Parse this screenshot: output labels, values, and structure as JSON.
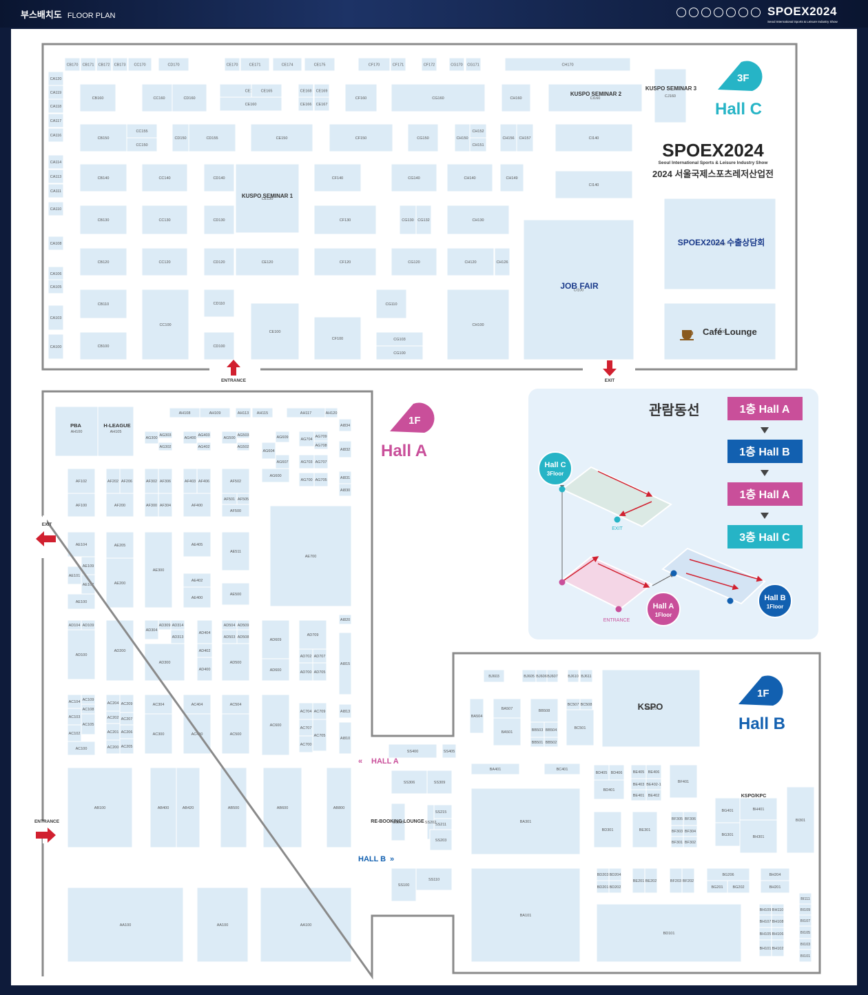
{
  "header": {
    "title": "부스배치도",
    "subtitle": "FLOOR PLAN",
    "logo": "SPOEX2024",
    "logo_tagline": "Seoul International Sports & Leisure Industry Show"
  },
  "hall_c": {
    "floor": "3F",
    "name": "Hall C",
    "event_logo": "SPOEX2024",
    "event_tagline": "Seoul International Sports & Leisure Industry Show",
    "event_korean": "2024 서울국제스포츠레저산업전",
    "entrance": "ENTRANCE",
    "exit": "EXIT",
    "areas": {
      "job_fair": "JOB FAIR",
      "export": "SPOEX2024 수출상담회",
      "cafe": "Café Lounge",
      "seminar1": "KUSPO SEMINAR 1",
      "seminar2": "KUSPO SEMINAR 2",
      "seminar3": "KUSPO SEMINAR 3"
    }
  },
  "hall_a": {
    "floor": "1F",
    "name": "Hall A",
    "exit": "EXIT",
    "entrance": "ENTRANCE",
    "pba": "PBA",
    "hleague": "H-LEAGUE",
    "link_a": "HALL A",
    "link_b": "HALL B",
    "rebooking": "RE-BOOKING LOUNGE"
  },
  "hall_b": {
    "floor": "1F",
    "name": "Hall B",
    "kspo": "KSPO",
    "kspo_kpc": "KSPO/KPC"
  },
  "route": {
    "title": "관람동선",
    "steps": [
      "1층 Hall A",
      "1층 Hall B",
      "1층 Hall A",
      "3층 Hall C"
    ],
    "step_colors": [
      "#c94f9a",
      "#1260b0",
      "#c94f9a",
      "#26b4c6"
    ],
    "diagram": {
      "hall_c": "Hall C",
      "hall_c_floor": "3Floor",
      "hall_a": "Hall A",
      "hall_a_floor": "1Floor",
      "hall_b": "Hall B",
      "hall_b_floor": "1Floor",
      "exit": "EXIT",
      "entrance": "ENTRANCE"
    }
  },
  "booths": [
    [
      "CB170",
      "CB171",
      "CB172",
      "CB173",
      "CC170",
      "CD170",
      "CE170",
      "CE171",
      "CE174",
      "CE175",
      "CF170",
      "CF171",
      "CF172",
      "CG170",
      "CG171",
      "CH170"
    ],
    [
      "CA120",
      "CA119",
      "CA118",
      "CA117",
      "CA116",
      "CA114",
      "CA113",
      "CA111",
      "CA110",
      "CA108",
      "CA106",
      "CA105",
      "CA103",
      "CA100"
    ],
    [
      "CB160",
      "CC160",
      "CD160",
      "CE164",
      "CE165",
      "CE160",
      "CE168",
      "CE169",
      "CE166",
      "CE167",
      "CF160",
      "CG160",
      "CH160",
      "CI160",
      "CJ160"
    ],
    [
      "CB150",
      "CC155",
      "CC150",
      "CD150",
      "CD155",
      "CE150",
      "CF150",
      "CG150",
      "CH150",
      "CH152",
      "CH151",
      "CH156",
      "CH157",
      "CI140"
    ],
    [
      "CB140",
      "CC140",
      "CD140",
      "CE130",
      "CF140",
      "CG140",
      "CH140",
      "CH149",
      "CI140"
    ],
    [
      "CB130",
      "CC130",
      "CD130",
      "CF130",
      "CG130",
      "CG132",
      "CH130"
    ],
    [
      "CB120",
      "CC120",
      "CD120",
      "CE120",
      "CF120",
      "CG120",
      "CH120",
      "CH126",
      "CJ200"
    ],
    [
      "CB110",
      "CC100",
      "CD110",
      "CE100",
      "CG110",
      "CH100",
      "CI100",
      "CJ100"
    ],
    [
      "CB100",
      "CD100",
      "CF100",
      "CG103",
      "CG100"
    ],
    [
      "AH100",
      "AH105",
      "AH108",
      "AH109",
      "AH113",
      "AH115",
      "AH117",
      "AH120",
      "AI834",
      "AI832",
      "AI831",
      "AI830",
      "AI820",
      "AI815",
      "AI813",
      "AI810"
    ],
    [
      "AG300",
      "AG303",
      "AG302",
      "AG400",
      "AG403",
      "AG402",
      "AG500",
      "AG503",
      "AG502",
      "AG604",
      "AG609",
      "AG607",
      "AG600",
      "AG704",
      "AG709",
      "AG708",
      "AG703",
      "AG707",
      "AG700",
      "AG705"
    ],
    [
      "AF102",
      "AF100",
      "AF202",
      "AF206",
      "AF200",
      "AF302",
      "AF306",
      "AF300",
      "AF304",
      "AF403",
      "AF406",
      "AF400",
      "AF502",
      "AF501",
      "AF505",
      "AF500"
    ],
    [
      "AE104",
      "AE109",
      "AE101",
      "AE107",
      "AE100",
      "AE205",
      "AE200",
      "AE300",
      "AE405",
      "AE402",
      "AE400",
      "AE511",
      "AE500",
      "AE700"
    ],
    [
      "AD104",
      "AD109",
      "AD100",
      "AD200",
      "AD304",
      "AD309",
      "AD314",
      "AD313",
      "AD300",
      "AD404",
      "AD402",
      "AD400",
      "AD504",
      "AD509",
      "AD503",
      "AD508",
      "AD500",
      "AD609",
      "AD600",
      "AD709",
      "AD702",
      "AD707",
      "AD700",
      "AD705"
    ],
    [
      "AC104",
      "AC109",
      "AC108",
      "AC103",
      "AC102",
      "AC105",
      "AC100",
      "AC204",
      "AC209",
      "AC202",
      "AC207",
      "AC201",
      "AC206",
      "AC200",
      "AC205",
      "AC304",
      "AC300",
      "AC404",
      "AC400",
      "AC504",
      "AC500",
      "AC600",
      "AC704",
      "AC709",
      "AC707",
      "AC700",
      "AC705"
    ],
    [
      "AB100",
      "AB400",
      "AB420",
      "AB500",
      "AB600",
      "AB800",
      "AA100",
      "AA100",
      "AA100"
    ],
    [
      "SS400",
      "SS405",
      "SS306",
      "SS309",
      "SS215",
      "SS211",
      "SS202",
      "SS200",
      "SS203",
      "SS100",
      "SS110"
    ],
    [
      "BJ603",
      "BJ605",
      "BJ606",
      "BJ607",
      "BJ610",
      "BJ611",
      "BA504",
      "BA507",
      "BA501",
      "BB508",
      "BB503",
      "BB504",
      "BB501",
      "BB502",
      "BC507",
      "BC508",
      "BC501",
      "BD501"
    ],
    [
      "BA401",
      "BC401",
      "BD405",
      "BD406",
      "BD401",
      "BE405",
      "BE406",
      "BE403",
      "BE402-1",
      "BE401",
      "BE402",
      "BF401",
      "BG401",
      "BH401",
      "BG301",
      "BH301",
      "BI301"
    ],
    [
      "BA301",
      "BD301",
      "BE301",
      "BF305",
      "BF306",
      "BF303",
      "BF304",
      "BF301",
      "BF302"
    ],
    [
      "BD203",
      "BD204",
      "BD201",
      "BD202",
      "BE201",
      "BE202",
      "BF203",
      "BF202",
      "BG206",
      "BG201",
      "BG202",
      "BH204",
      "BH201"
    ],
    [
      "BA101",
      "BD101",
      "BH109",
      "BH110",
      "BH107",
      "BH108",
      "BH105",
      "BH106",
      "BH101",
      "BH102",
      "BI111",
      "BI109",
      "BI107",
      "BI105",
      "BI103",
      "BI101"
    ]
  ]
}
